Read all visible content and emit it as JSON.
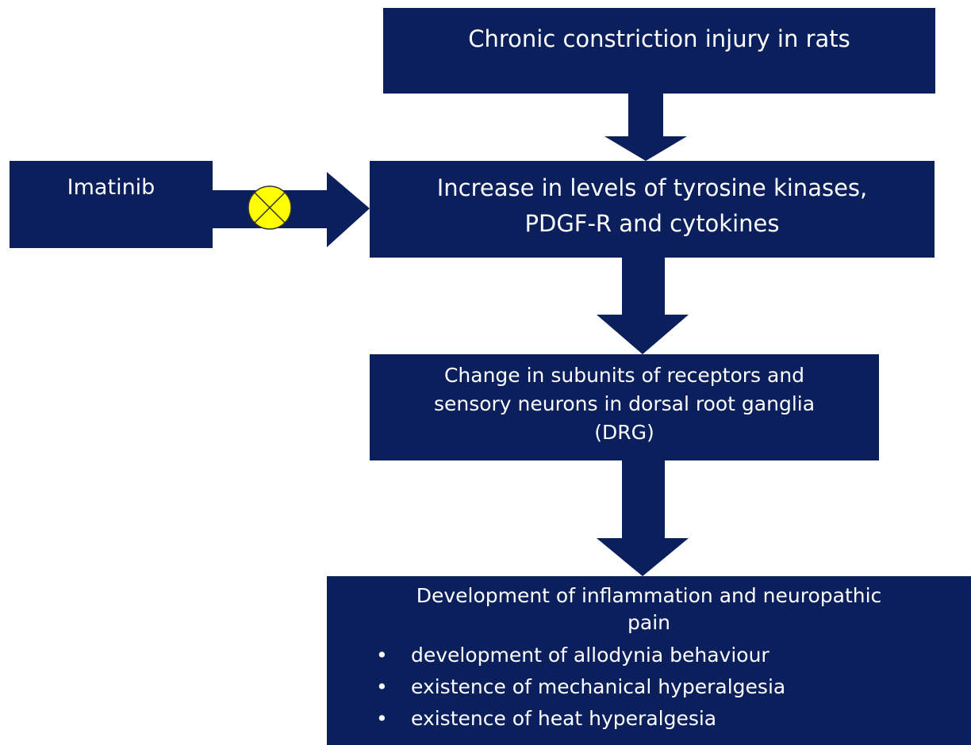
{
  "nodes": {
    "top": {
      "label": "Chronic constriction injury in rats"
    },
    "imatinib": {
      "label": "Imatinib"
    },
    "increase": {
      "line1": "Increase in levels of tyrosine kinases,",
      "line2": "PDGF-R and cytokines"
    },
    "change": {
      "line1": "Change in subunits of receptors and",
      "line2": "sensory neurons in dorsal root ganglia",
      "line3": "(DRG)"
    },
    "development": {
      "line1": "Development of inflammation and neuropathic",
      "line2": "pain",
      "bullets": [
        "development of allodynia behaviour",
        "existence of mechanical hyperalgesia",
        "existence of heat hyperalgesia"
      ]
    }
  },
  "colors": {
    "box_fill": "#0b1f5c",
    "text": "#ffffff",
    "inhibitor_fill": "#ffff00"
  },
  "icons": {
    "inhibitor": "circle-x-inhibitor-icon",
    "bullet": "bullet-dot"
  }
}
